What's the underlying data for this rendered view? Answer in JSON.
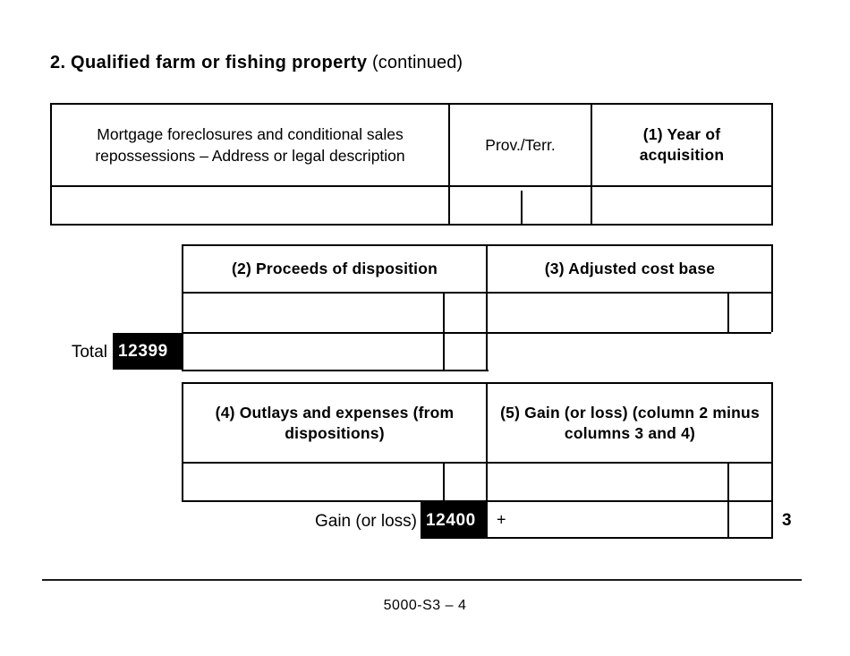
{
  "document": {
    "form_code": "5000-S3 – 4",
    "section_number": "2.",
    "section_title": "Qualified farm or fishing property",
    "section_suffix": "(continued)",
    "line_reference": "3"
  },
  "table_one": {
    "headers": {
      "description": "Mortgage foreclosures and conditional sales repossessions – Address or legal description",
      "province": "Prov./Terr.",
      "year": "(1) Year of acquisition"
    },
    "row": {
      "description_value": "",
      "province_value": "",
      "year_value": ""
    }
  },
  "table_two": {
    "headers": {
      "column2": "(2) Proceeds of disposition",
      "column3": "(3) Adjusted cost base"
    },
    "rows": [
      {
        "col2_dollars": "",
        "col2_cents": "",
        "col3_dollars": "",
        "col3_cents": ""
      }
    ],
    "total_row": {
      "label": "Total",
      "code": "12399",
      "dollars": "",
      "cents": ""
    }
  },
  "table_three": {
    "headers": {
      "column4": "(4) Outlays and expenses (from dispositions)",
      "column5": "(5) Gain (or loss) (column 2 minus columns 3 and 4)"
    },
    "rows": [
      {
        "col4_dollars": "",
        "col4_cents": "",
        "col5_dollars": "",
        "col5_cents": ""
      }
    ],
    "gain_row": {
      "label": "Gain (or loss)",
      "code": "12400",
      "operator": "+",
      "dollars": "",
      "cents": ""
    }
  }
}
